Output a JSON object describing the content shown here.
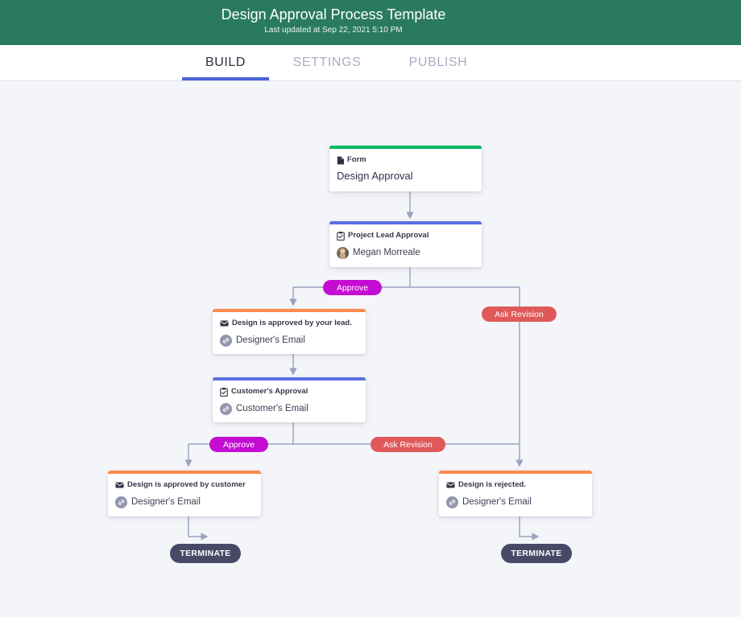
{
  "header": {
    "title": "Design Approval Process Template",
    "subtitle": "Last updated at Sep 22, 2021 5:10 PM",
    "bg_color": "#227a5e"
  },
  "tabs": [
    {
      "label": "BUILD",
      "active": true
    },
    {
      "label": "SETTINGS",
      "active": false
    },
    {
      "label": "PUBLISH",
      "active": false
    }
  ],
  "tab_accent_color": "#4c63d9",
  "canvas": {
    "background": "#f4f5f9",
    "nodes": [
      {
        "id": "form",
        "type_label": "Form",
        "type_icon": "document-icon",
        "title": "Design Approval",
        "accent_color": "#00b862",
        "sub_icon": "none"
      },
      {
        "id": "project-lead-approval",
        "type_label": "Project Lead Approval",
        "type_icon": "approval-clipboard-icon",
        "title": "Megan Morreale",
        "accent_color": "#5b6ee0",
        "sub_icon": "avatar"
      },
      {
        "id": "email-approved-by-lead",
        "type_label": "Design is approved by your lead.",
        "type_icon": "envelope-icon",
        "title": "Designer's Email",
        "accent_color": "#fb8a4b",
        "sub_icon": "link-badge-icon"
      },
      {
        "id": "customers-approval",
        "type_label": "Customer's Approval",
        "type_icon": "approval-clipboard-icon",
        "title": "Customer's Email",
        "accent_color": "#5b6ee0",
        "sub_icon": "link-badge-icon"
      },
      {
        "id": "email-approved-by-customer",
        "type_label": "Design is approved by customer",
        "type_icon": "envelope-icon",
        "title": "Designer's Email",
        "accent_color": "#fb8a4b",
        "sub_icon": "link-badge-icon"
      },
      {
        "id": "email-rejected",
        "type_label": "Design is rejected.",
        "type_icon": "envelope-icon",
        "title": "Designer's Email",
        "accent_color": "#fb8a4b",
        "sub_icon": "link-badge-icon"
      }
    ],
    "branch_pills": [
      {
        "id": "approve-lead",
        "label": "Approve",
        "color": "#c40cd2"
      },
      {
        "id": "revision-lead",
        "label": "Ask Revision",
        "color": "#e0595a"
      },
      {
        "id": "approve-customer",
        "label": "Approve",
        "color": "#c40cd2"
      },
      {
        "id": "revision-customer",
        "label": "Ask Revision",
        "color": "#e0595a"
      }
    ],
    "terminators": [
      {
        "id": "terminate-left",
        "label": "TERMINATE"
      },
      {
        "id": "terminate-right",
        "label": "TERMINATE"
      }
    ]
  }
}
